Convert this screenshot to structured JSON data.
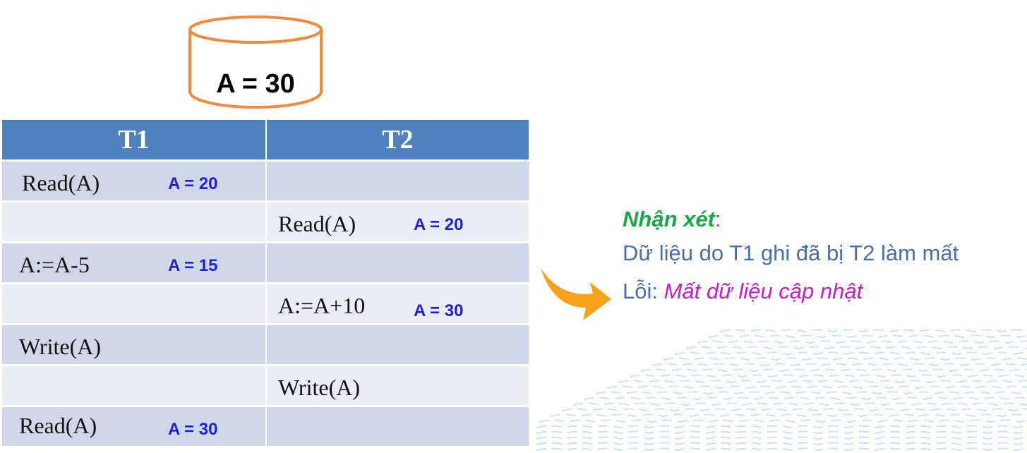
{
  "database": {
    "label": "A = 30"
  },
  "schedule": {
    "headers": [
      "T1",
      "T2"
    ],
    "rows": [
      {
        "t1_op": "Read(A)",
        "t1_val": "A = 20",
        "t2_op": "",
        "t2_val": ""
      },
      {
        "t1_op": "",
        "t1_val": "",
        "t2_op": "Read(A)",
        "t2_val": "A = 20"
      },
      {
        "t1_op": "A:=A-5",
        "t1_val": "A = 15",
        "t2_op": "",
        "t2_val": ""
      },
      {
        "t1_op": "",
        "t1_val": "",
        "t2_op": "A:=A+10",
        "t2_val": "A = 30"
      },
      {
        "t1_op": "Write(A)",
        "t1_val": "",
        "t2_op": "",
        "t2_val": ""
      },
      {
        "t1_op": "",
        "t1_val": "",
        "t2_op": "Write(A)",
        "t2_val": ""
      },
      {
        "t1_op": "Read(A)",
        "t1_val": "A = 30",
        "t2_op": "",
        "t2_val": ""
      }
    ]
  },
  "remark": {
    "title": "Nhận xét",
    "colon": ":",
    "line1": "Dữ liệu do T1 ghi đã bị T2 làm mất",
    "error_prefix": "Lỗi: ",
    "error_text": "Mất dữ liệu cập nhật"
  },
  "colors": {
    "header_bg": "#4f81bd",
    "row_dark": "#d0d8e8",
    "row_light": "#e9edf4",
    "db_outline": "#f08a3c",
    "arrow": "#f7a21b",
    "value_text": "#1f1fd8",
    "remark_title": "#1aa64a",
    "remark_text": "#4a6fa5",
    "error_text": "#c21ec7"
  },
  "icons": {
    "database": "cylinder-database-icon",
    "arrow": "curved-arrow-icon"
  }
}
